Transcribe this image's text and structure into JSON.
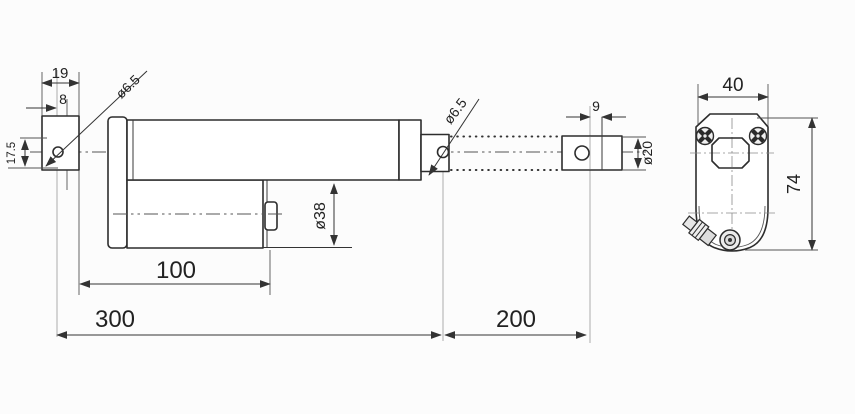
{
  "drawing": {
    "kind": "linear-actuator dimension drawing",
    "colors": {
      "line": "#2d2d2d",
      "dim": "#333333",
      "ext": "#9f9f9f",
      "background": "#fcfcfc"
    },
    "side_view": {
      "dims": {
        "rear_tab_width": "19",
        "rear_tab_thickness": "8",
        "rear_hole_dia": "ø6.5",
        "rear_tab_height": "17.5",
        "front_hole_dia": "ø6.5",
        "rod_end_hole_offset": "9",
        "rod_end_dia": "ø20",
        "motor_tube_dia": "ø38",
        "motor_section_length": "100",
        "retracted_length": "300",
        "stroke_length": "200"
      }
    },
    "end_view": {
      "dims": {
        "body_width": "40",
        "body_height": "74"
      }
    }
  }
}
